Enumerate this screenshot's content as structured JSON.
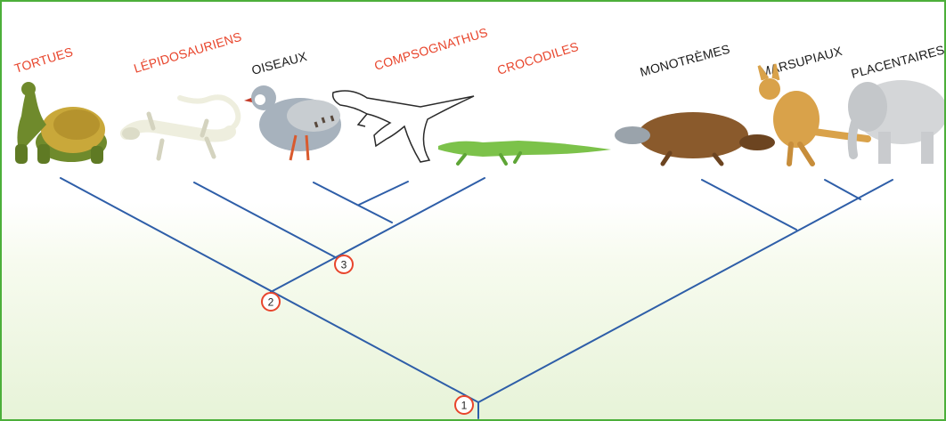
{
  "taxa": [
    {
      "id": "tortues",
      "label": "TORTUES",
      "color": "#e8452c",
      "animal": "tortoise"
    },
    {
      "id": "lepidosauriens",
      "label": "LÉPIDOSAURIENS",
      "color": "#e8452c",
      "animal": "lizard"
    },
    {
      "id": "oiseaux",
      "label": "OISEAUX",
      "color": "#1a1a1a",
      "animal": "partridge"
    },
    {
      "id": "compsognathus",
      "label": "COMPSOGNATHUS",
      "color": "#e8452c",
      "animal": "dinosaur-outline"
    },
    {
      "id": "crocodiles",
      "label": "CROCODILES",
      "color": "#e8452c",
      "animal": "crocodile"
    },
    {
      "id": "monotremes",
      "label": "MONOTRÈMES",
      "color": "#1a1a1a",
      "animal": "platypus"
    },
    {
      "id": "marsupiaux",
      "label": "MARSUPIAUX",
      "color": "#1a1a1a",
      "animal": "kangaroo"
    },
    {
      "id": "placentaires",
      "label": "PLACENTAIRES",
      "color": "#1a1a1a",
      "animal": "elephant"
    }
  ],
  "nodes": [
    {
      "id": "node-1",
      "number": "1"
    },
    {
      "id": "node-2",
      "number": "2"
    },
    {
      "id": "node-3",
      "number": "3"
    }
  ],
  "colors": {
    "branch": "#2e5ea8",
    "node_ring": "#e8452c",
    "frame": "#4caf3a"
  }
}
